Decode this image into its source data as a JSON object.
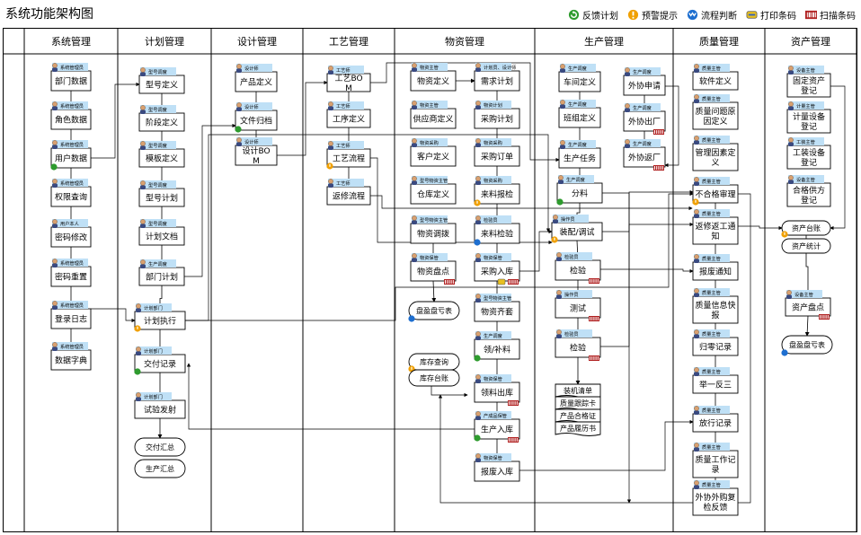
{
  "title": "系统功能架构图",
  "legend": [
    {
      "label": "反馈计划",
      "icon": "feedback-plan-icon",
      "color": "#2e9b2e"
    },
    {
      "label": "预警提示",
      "icon": "warning-icon",
      "color": "#f0a000"
    },
    {
      "label": "流程判断",
      "icon": "flow-judge-icon",
      "color": "#1e6fd0"
    },
    {
      "label": "打印条码",
      "icon": "print-barcode-icon",
      "color": "#e8c020"
    },
    {
      "label": "扫描条码",
      "icon": "scan-barcode-icon",
      "color": "#b02020"
    }
  ],
  "lanes": [
    {
      "name": "系统管理"
    },
    {
      "name": "计划管理"
    },
    {
      "name": "设计管理"
    },
    {
      "name": "工艺管理"
    },
    {
      "name": "物资管理"
    },
    {
      "name": "生产管理"
    },
    {
      "name": "质量管理"
    },
    {
      "name": "资产管理"
    }
  ],
  "nodes": [
    {
      "id": "s1",
      "lane": 0,
      "label": "部门数据",
      "role": "系统管理员"
    },
    {
      "id": "s2",
      "lane": 0,
      "label": "角色数据",
      "role": "系统管理员"
    },
    {
      "id": "s3",
      "lane": 0,
      "label": "用户数据",
      "role": "系统管理员"
    },
    {
      "id": "s4",
      "lane": 0,
      "label": "权限查询",
      "role": "系统管理员"
    },
    {
      "id": "s5",
      "lane": 0,
      "label": "密码修改",
      "role": "用户本人"
    },
    {
      "id": "s6",
      "lane": 0,
      "label": "密码重置",
      "role": "系统管理员"
    },
    {
      "id": "s7",
      "lane": 0,
      "label": "登录日志",
      "role": "系统管理员"
    },
    {
      "id": "s8",
      "lane": 0,
      "label": "数据字典",
      "role": "系统管理员"
    },
    {
      "id": "p1",
      "lane": 1,
      "label": "型号定义",
      "role": "型号调度"
    },
    {
      "id": "p2",
      "lane": 1,
      "label": "阶段定义",
      "role": "型号调度"
    },
    {
      "id": "p3",
      "lane": 1,
      "label": "模板定义",
      "role": "型号调度"
    },
    {
      "id": "p4",
      "lane": 1,
      "label": "型号计划",
      "role": "型号调度"
    },
    {
      "id": "p5",
      "lane": 1,
      "label": "计划文档",
      "role": "型号调度"
    },
    {
      "id": "p6",
      "lane": 1,
      "label": "部门计划",
      "role": "生产调度"
    },
    {
      "id": "p7",
      "lane": 1,
      "label": "计划执行",
      "role": "计划部门"
    },
    {
      "id": "p8",
      "lane": 1,
      "label": "交付记录",
      "role": "计划部门"
    },
    {
      "id": "p9",
      "lane": 1,
      "label": "试验发射",
      "role": "计划部门"
    },
    {
      "id": "p10",
      "lane": 1,
      "label": "交付汇总",
      "role": ""
    },
    {
      "id": "p11",
      "lane": 1,
      "label": "生产汇总",
      "role": ""
    },
    {
      "id": "d1",
      "lane": 2,
      "label": "产品定义",
      "role": "设计师"
    },
    {
      "id": "d2",
      "lane": 2,
      "label": "文件归档",
      "role": "设计师"
    },
    {
      "id": "d3",
      "lane": 2,
      "label": "设计BOM",
      "role": "设计师"
    },
    {
      "id": "t1",
      "lane": 3,
      "label": "工艺BOM",
      "role": "工艺师"
    },
    {
      "id": "t2",
      "lane": 3,
      "label": "工序定义",
      "role": "工艺师"
    },
    {
      "id": "t3",
      "lane": 3,
      "label": "工艺流程",
      "role": "工艺师"
    },
    {
      "id": "t4",
      "lane": 3,
      "label": "返修流程",
      "role": "工艺师"
    },
    {
      "id": "m1",
      "lane": 4,
      "label": "物资定义",
      "role": "物资主管"
    },
    {
      "id": "m2",
      "lane": 4,
      "label": "需求计划",
      "role": "计划员、设计师"
    },
    {
      "id": "m3",
      "lane": 4,
      "label": "供应商定义",
      "role": "物资主管"
    },
    {
      "id": "m4",
      "lane": 4,
      "label": "采购计划",
      "role": "物资计划"
    },
    {
      "id": "m5",
      "lane": 4,
      "label": "客户定义",
      "role": "物资采购"
    },
    {
      "id": "m6",
      "lane": 4,
      "label": "采购订单",
      "role": "物资采购"
    },
    {
      "id": "m7",
      "lane": 4,
      "label": "仓库定义",
      "role": "型号物资主管"
    },
    {
      "id": "m8",
      "lane": 4,
      "label": "来料报检",
      "role": "物资采购"
    },
    {
      "id": "m9",
      "lane": 4,
      "label": "物资调拨",
      "role": "型号物资主管"
    },
    {
      "id": "m10",
      "lane": 4,
      "label": "来料检验",
      "role": "检验员"
    },
    {
      "id": "m11",
      "lane": 4,
      "label": "物资盘点",
      "role": "物资保管"
    },
    {
      "id": "m12",
      "lane": 4,
      "label": "采购入库",
      "role": "物资保管"
    },
    {
      "id": "m13",
      "lane": 4,
      "label": "盘盈盘亏表",
      "role": ""
    },
    {
      "id": "m14",
      "lane": 4,
      "label": "物资齐套",
      "role": "型号物资主管"
    },
    {
      "id": "m15",
      "lane": 4,
      "label": "领/补料",
      "role": "生产调度"
    },
    {
      "id": "m16",
      "lane": 4,
      "label": "库存查询",
      "role": ""
    },
    {
      "id": "m17",
      "lane": 4,
      "label": "库存台账",
      "role": ""
    },
    {
      "id": "m18",
      "lane": 4,
      "label": "领料出库",
      "role": "物资保管"
    },
    {
      "id": "m19",
      "lane": 4,
      "label": "生产入库",
      "role": "产成品保管"
    },
    {
      "id": "m20",
      "lane": 4,
      "label": "报废入库",
      "role": "物资保管"
    },
    {
      "id": "g1",
      "lane": 5,
      "label": "车间定义",
      "role": "生产调度"
    },
    {
      "id": "g2",
      "lane": 5,
      "label": "外协申请",
      "role": "生产调度"
    },
    {
      "id": "g3",
      "lane": 5,
      "label": "班组定义",
      "role": "生产调度"
    },
    {
      "id": "g4",
      "lane": 5,
      "label": "外协出厂",
      "role": "生产调度"
    },
    {
      "id": "g5",
      "lane": 5,
      "label": "生产任务",
      "role": "生产调度"
    },
    {
      "id": "g6",
      "lane": 5,
      "label": "外协返厂",
      "role": "生产调度"
    },
    {
      "id": "g7",
      "lane": 5,
      "label": "分料",
      "role": "生产调度"
    },
    {
      "id": "g8",
      "lane": 5,
      "label": "装配/调试",
      "role": "操作员"
    },
    {
      "id": "g9",
      "lane": 5,
      "label": "检验",
      "role": "检验员"
    },
    {
      "id": "g10",
      "lane": 5,
      "label": "测试",
      "role": "操作员"
    },
    {
      "id": "g11",
      "lane": 5,
      "label": "检验",
      "role": "检验员"
    },
    {
      "id": "g12",
      "lane": 5,
      "label": "装机清单",
      "role": ""
    },
    {
      "id": "g13",
      "lane": 5,
      "label": "质量跟踪卡",
      "role": ""
    },
    {
      "id": "g14",
      "lane": 5,
      "label": "产品合格证",
      "role": ""
    },
    {
      "id": "g15",
      "lane": 5,
      "label": "产品履历书",
      "role": ""
    },
    {
      "id": "q1",
      "lane": 6,
      "label": "软件定义",
      "role": "质量主管"
    },
    {
      "id": "q2",
      "lane": 6,
      "label": "质量问题原因定义",
      "role": "质量主管"
    },
    {
      "id": "q3",
      "lane": 6,
      "label": "管理因素定义",
      "role": "质量主管"
    },
    {
      "id": "q4",
      "lane": 6,
      "label": "不合格审理",
      "role": "质量主管"
    },
    {
      "id": "q5",
      "lane": 6,
      "label": "返修返工通知",
      "role": "质量主管"
    },
    {
      "id": "q6",
      "lane": 6,
      "label": "报废通知",
      "role": "质量主管"
    },
    {
      "id": "q7",
      "lane": 6,
      "label": "质量信息快报",
      "role": "质量主管"
    },
    {
      "id": "q8",
      "lane": 6,
      "label": "归零记录",
      "role": "质量主管"
    },
    {
      "id": "q9",
      "lane": 6,
      "label": "举一反三",
      "role": "质量主管"
    },
    {
      "id": "q10",
      "lane": 6,
      "label": "放行记录",
      "role": "质量主管"
    },
    {
      "id": "q11",
      "lane": 6,
      "label": "质量工作记录",
      "role": "质量主管"
    },
    {
      "id": "q12",
      "lane": 6,
      "label": "外协外购复检反馈",
      "role": "质量主管"
    },
    {
      "id": "a1",
      "lane": 7,
      "label": "固定资产登记",
      "role": "设备主管"
    },
    {
      "id": "a2",
      "lane": 7,
      "label": "计量设备登记",
      "role": "计量主管"
    },
    {
      "id": "a3",
      "lane": 7,
      "label": "工装设备登记",
      "role": "工装主管"
    },
    {
      "id": "a4",
      "lane": 7,
      "label": "合格供方登记",
      "role": "设备主管"
    },
    {
      "id": "a5",
      "lane": 7,
      "label": "资产台账",
      "role": ""
    },
    {
      "id": "a6",
      "lane": 7,
      "label": "资产统计",
      "role": ""
    },
    {
      "id": "a7",
      "lane": 7,
      "label": "资产盘点",
      "role": "设备主管"
    },
    {
      "id": "a8",
      "lane": 7,
      "label": "盘盈盘亏表",
      "role": ""
    }
  ]
}
